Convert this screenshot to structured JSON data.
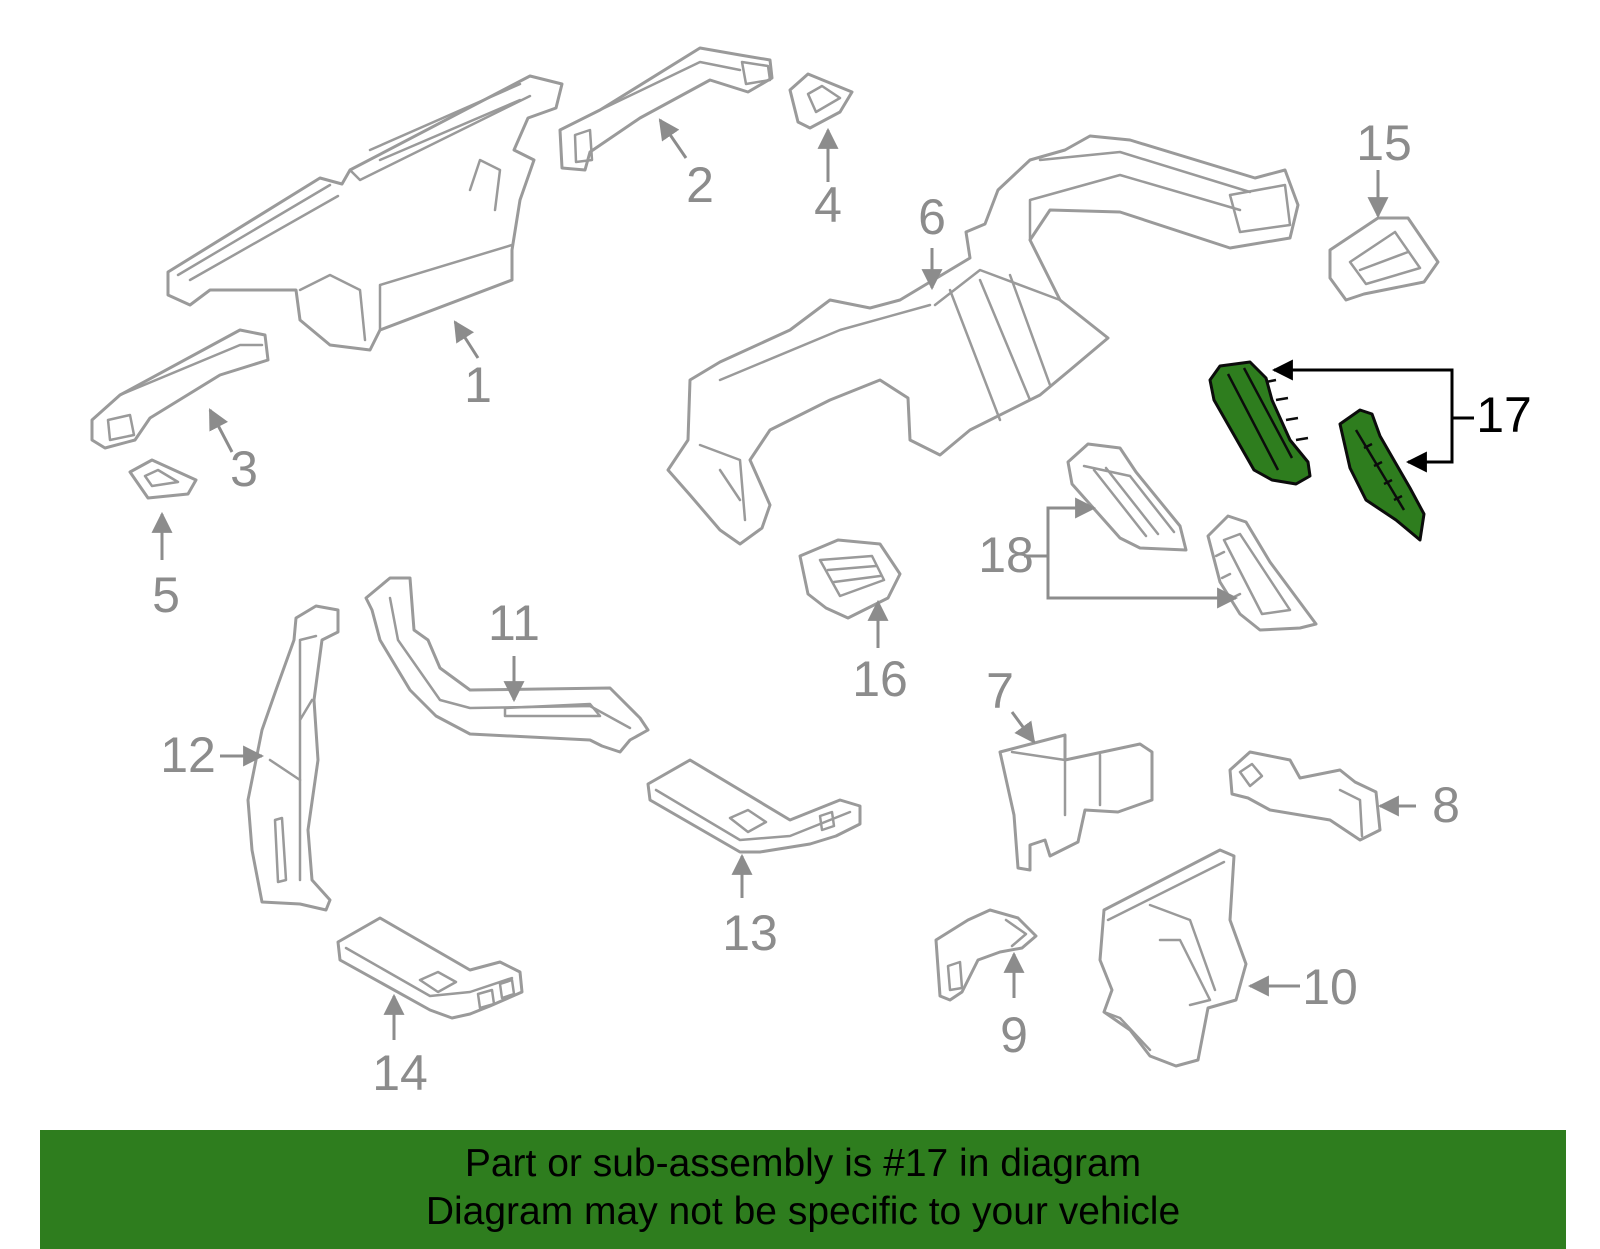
{
  "callouts": {
    "c1": "1",
    "c2": "2",
    "c3": "3",
    "c4": "4",
    "c5": "5",
    "c6": "6",
    "c7": "7",
    "c8": "8",
    "c9": "9",
    "c10": "10",
    "c11": "11",
    "c12": "12",
    "c13": "13",
    "c14": "14",
    "c15": "15",
    "c16": "16",
    "c17": "17",
    "c18": "18"
  },
  "highlight": {
    "part_number": "17",
    "color": "#2e7d1e"
  },
  "colors": {
    "part_outline": "#9a9a9a",
    "callout_text": "#8c8c8c",
    "banner_background": "#2e7d1e"
  },
  "banner": {
    "line1": "Part or sub-assembly is #17 in diagram",
    "line2": "Diagram may not be specific to your vehicle"
  }
}
